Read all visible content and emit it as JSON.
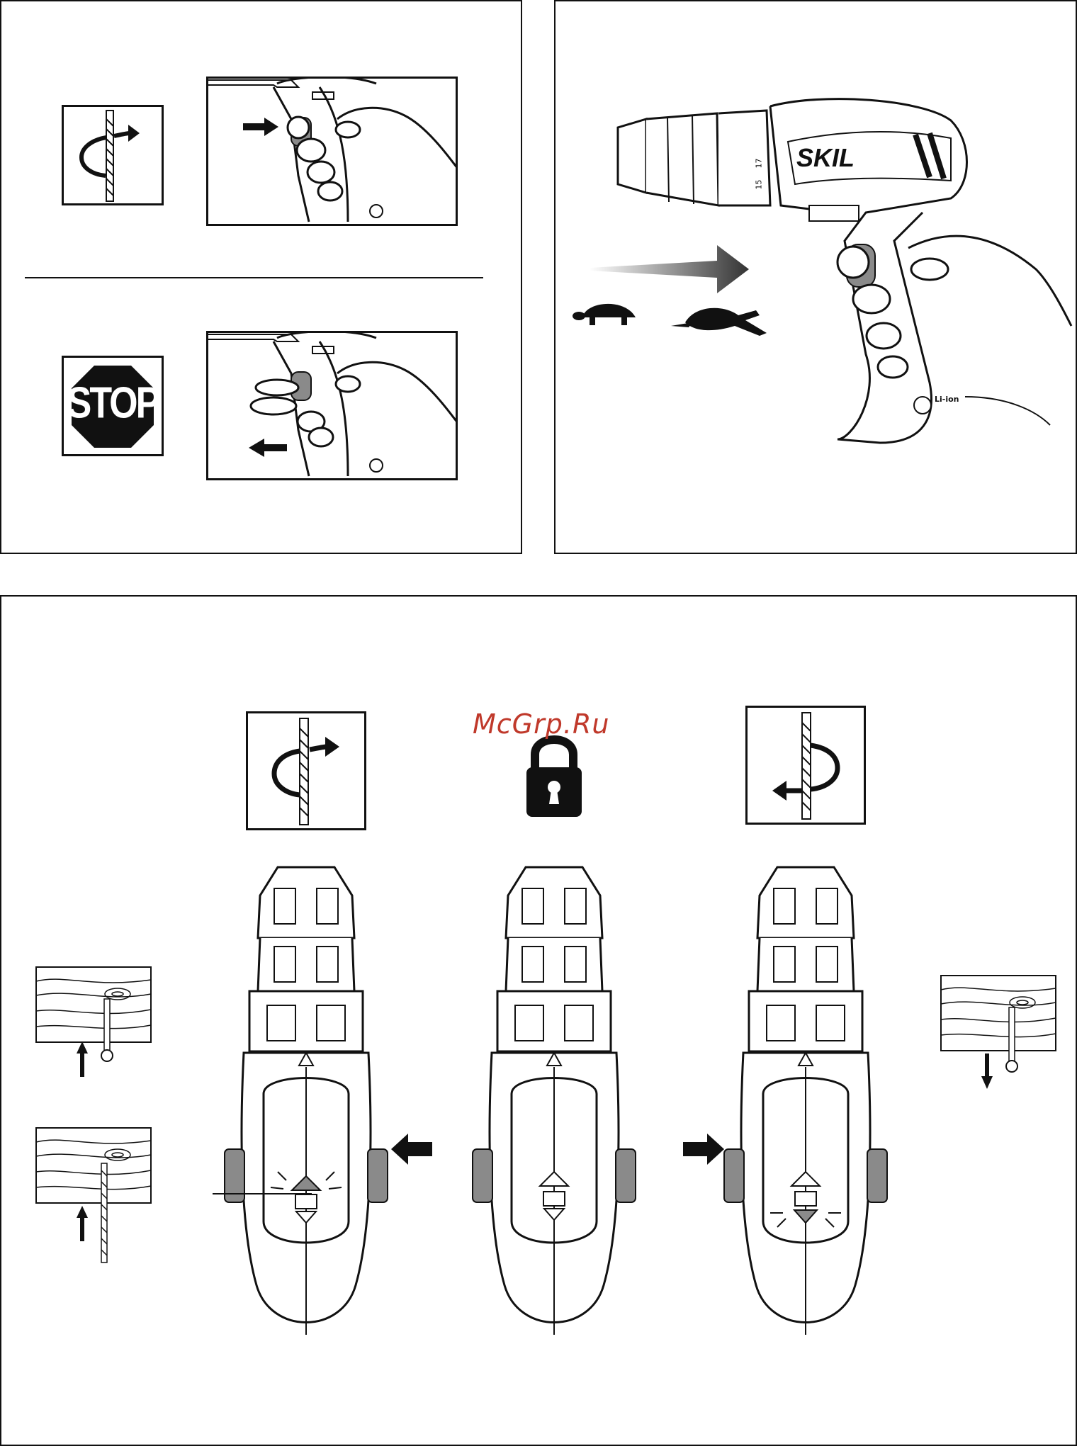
{
  "stop_sign": {
    "label": "STOP"
  },
  "drill": {
    "brand": "SKIL",
    "battery_badge": "Li-ion",
    "clutch_marks": [
      "17",
      "15"
    ]
  },
  "watermark": {
    "text": "McGrp.Ru"
  },
  "colors": {
    "ink": "#111111",
    "grip_gray": "#8a8a8a",
    "watermark": "#c0392b"
  }
}
